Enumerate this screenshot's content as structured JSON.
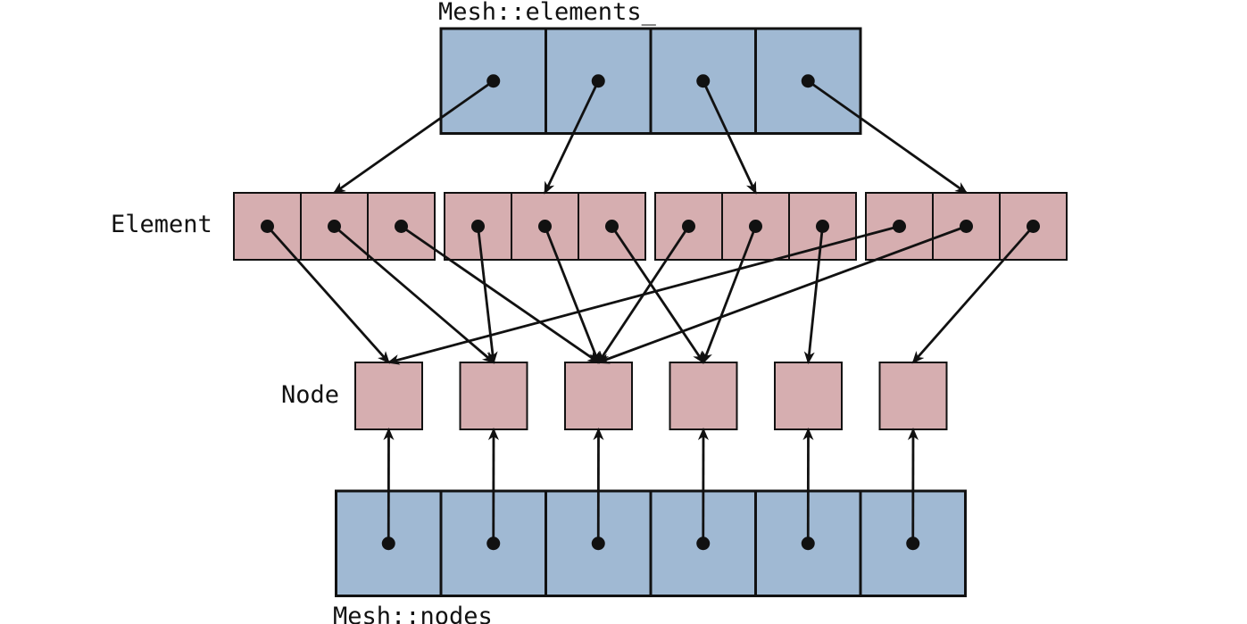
{
  "labels": {
    "elements_array": "Mesh::elements_",
    "element": "Element",
    "node": "Node",
    "nodes_array": "Mesh::nodes_"
  },
  "colors": {
    "array_fill": "#a0b9d3",
    "object_fill": "#d6aeb0",
    "stroke": "#111111"
  },
  "structure": {
    "elements_array_length": 4,
    "elements": 4,
    "nodes_per_element": 3,
    "nodes": 6,
    "nodes_array_length": 6
  },
  "links": {
    "mesh_elements_to_element": [
      0,
      1,
      2,
      3
    ],
    "element_node_refs": [
      [
        0,
        1,
        2
      ],
      [
        1,
        2,
        3
      ],
      [
        2,
        3,
        4
      ],
      [
        0,
        2,
        5
      ]
    ],
    "mesh_nodes_to_node": [
      0,
      1,
      2,
      3,
      4,
      5
    ]
  }
}
